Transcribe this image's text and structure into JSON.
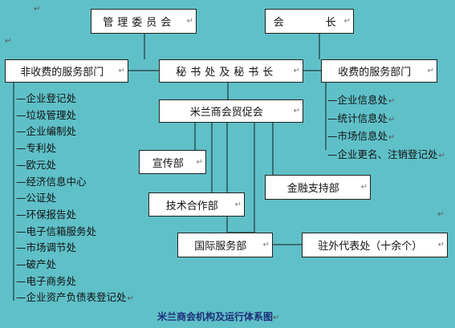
{
  "paragraph_mark": "↵",
  "boxes": {
    "management_committee": "管理委员会",
    "president": "会　　　　长",
    "non_fee_departments": "非收费的服务部门",
    "secretariat": "秘书处及秘书长",
    "fee_departments": "收费的服务部门",
    "chamber_committee": "米兰商会贸促会",
    "publicity": "宣传部",
    "tech_cooperation": "技术合作部",
    "finance_support": "金融支持部",
    "international_service": "国际服务部",
    "overseas_offices": "驻外代表处（十余个）"
  },
  "non_fee_items": [
    "企业登记处",
    "垃圾管理处",
    "企业编制处",
    "专利处",
    "欧元处",
    "经济信息中心",
    "公证处",
    "环保报告处",
    "电子信箱服务处",
    "市场调节处",
    "破产处",
    "电子商务处",
    "企业资产负债表登记处"
  ],
  "fee_items": [
    "企业信息处",
    "统计信息处",
    "市场信息处",
    "企业更名、注销登记处"
  ],
  "caption": "米兰商会机构及运行体系图"
}
